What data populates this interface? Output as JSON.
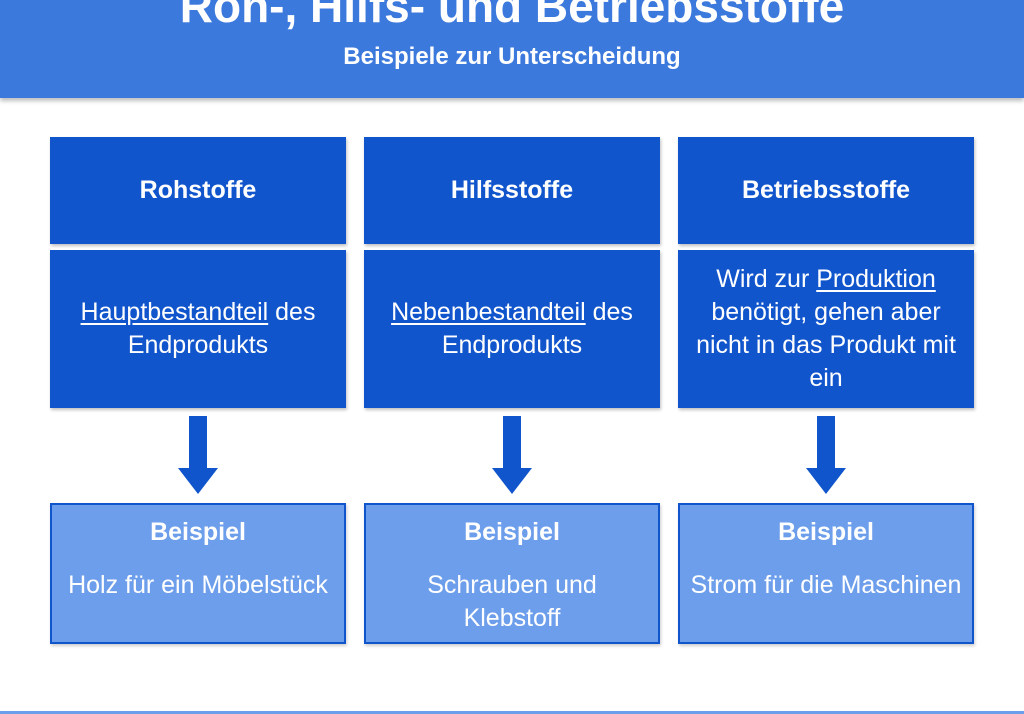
{
  "header": {
    "title": "Roh-, Hilfs- und Betriebsstoffe",
    "subtitle": "Beispiele zur Unterscheidung"
  },
  "columns": [
    {
      "title": "Rohstoffe",
      "desc_parts": [
        {
          "text": "Hauptbestandteil",
          "underline": true
        },
        {
          "text": " des Endprodukts",
          "underline": false
        }
      ],
      "example_label": "Beispiel",
      "example_text": "Holz für ein Möbelstück"
    },
    {
      "title": "Hilfsstoffe",
      "desc_parts": [
        {
          "text": "Nebenbestandteil",
          "underline": true
        },
        {
          "text": " des Endprodukts",
          "underline": false
        }
      ],
      "example_label": "Beispiel",
      "example_text": "Schrauben und Klebstoff"
    },
    {
      "title": "Betriebsstoffe",
      "desc_parts": [
        {
          "text": "Wird zur ",
          "underline": false
        },
        {
          "text": "Produktion",
          "underline": true
        },
        {
          "text": " benötigt, gehen aber nicht in das Produkt mit ein",
          "underline": false
        }
      ],
      "example_label": "Beispiel",
      "example_text": "Strom für die Maschinen"
    }
  ],
  "colors": {
    "header_bg": "#3c79dc",
    "box_dark": "#1155cc",
    "box_light": "#6d9eeb"
  }
}
